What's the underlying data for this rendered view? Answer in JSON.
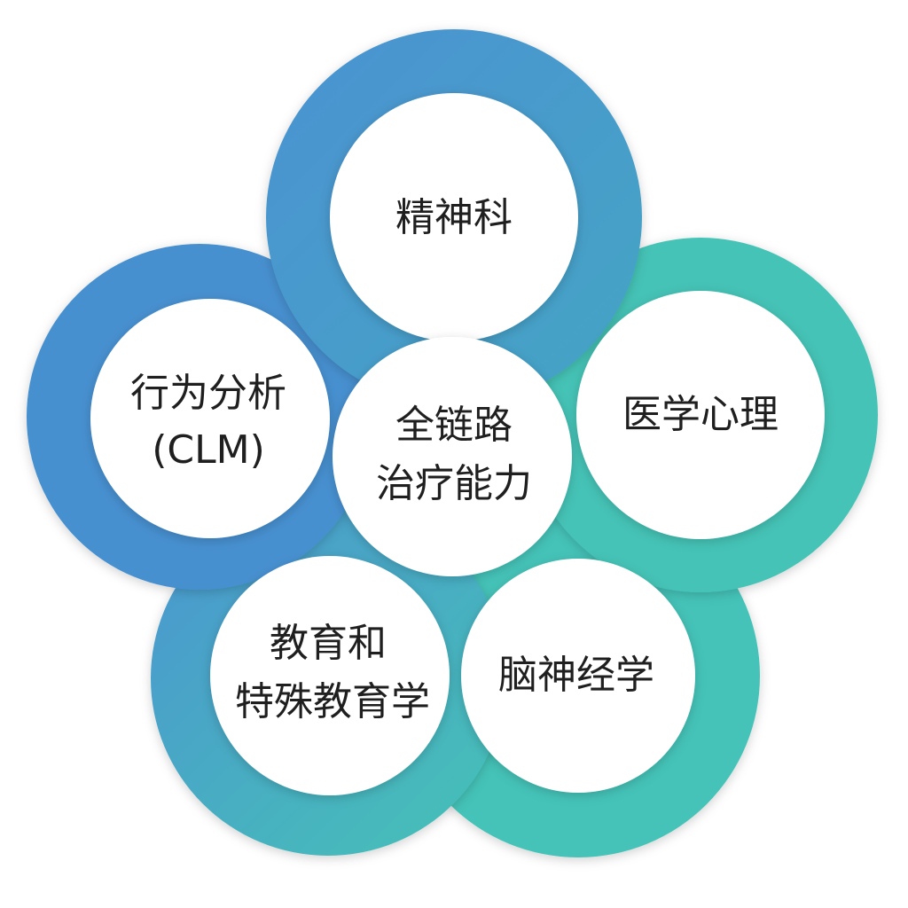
{
  "center": {
    "lines": [
      "全链路",
      "治疗能力"
    ]
  },
  "nodes": [
    {
      "id": "psychiatry",
      "lines": [
        "精神科"
      ],
      "color": "#4a95d0"
    },
    {
      "id": "behavior",
      "lines": [
        "行为分析",
        "(CLM)"
      ],
      "color": "#4790d0"
    },
    {
      "id": "medpsych",
      "lines": [
        "医学心理"
      ],
      "color": "#45c3b6"
    },
    {
      "id": "education",
      "lines": [
        "教育和",
        "特殊教育学"
      ],
      "color": "#44aec0"
    },
    {
      "id": "neuro",
      "lines": [
        "脑神经学"
      ],
      "color": "#45c3b8"
    }
  ],
  "colors": {
    "blue": "#4a95d0",
    "teal": "#45c3b6"
  }
}
